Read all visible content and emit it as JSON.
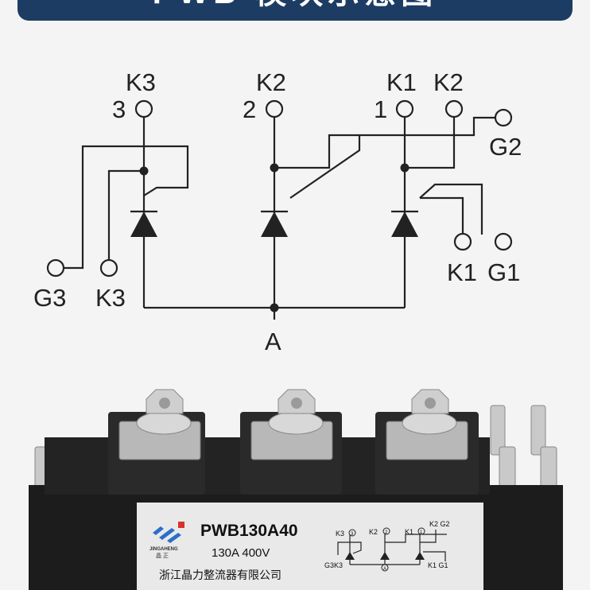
{
  "banner": {
    "title": "PWB 模块示意图"
  },
  "circuit": {
    "left": {
      "pin_number": "3",
      "pin_label": "K3",
      "gate_label": "G3",
      "cathode_label": "K3"
    },
    "middle": {
      "pin_number": "2",
      "pin_label": "K2"
    },
    "right": {
      "pin_number": "1",
      "pin_label": "K1",
      "k2_label": "K2",
      "g2_label": "G2",
      "k1_label": "K1",
      "g1_label": "G1"
    },
    "anode_label": "A"
  },
  "module": {
    "brand": "JINGAHENG",
    "brand_cn": "晶 正",
    "model": "PWB130A40",
    "rating": "130A  400V",
    "company": "浙江晶力整流器有限公司",
    "mini": {
      "k3": "K3",
      "n3": "3",
      "k2": "K2",
      "n2": "2",
      "k1": "K1",
      "n1": "1",
      "k2g2": "K2 G2",
      "g3k3": "G3K3",
      "a": "A",
      "k1g1": "K1 G1"
    }
  },
  "colors": {
    "banner": "#1d3c64",
    "line": "#222222",
    "module": "#1c1c1c",
    "label": "#e9e9ea"
  }
}
